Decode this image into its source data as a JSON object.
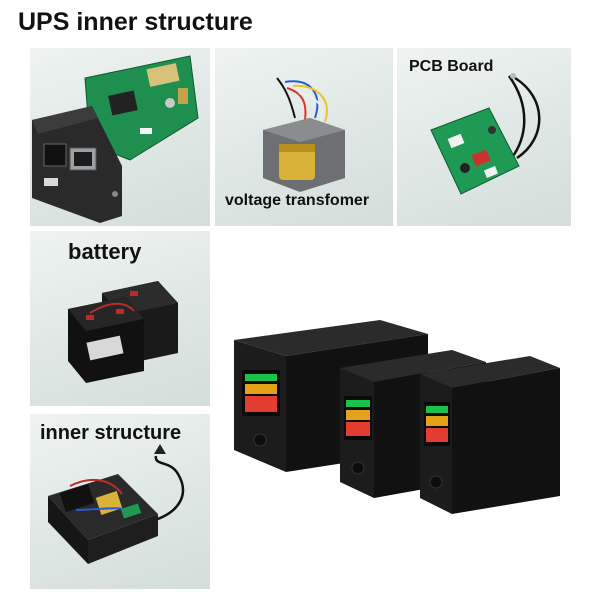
{
  "title": "UPS inner structure",
  "panels": {
    "network_card": {
      "icon": "network-card-icon"
    },
    "transformer": {
      "label": "voltage transfomer",
      "icon": "transformer-icon"
    },
    "pcb": {
      "label": "PCB Board",
      "icon": "pcb-board-icon"
    },
    "battery": {
      "label": "battery",
      "icon": "battery-icon"
    },
    "inner": {
      "label": "inner structure",
      "icon": "ups-open-case-icon"
    },
    "ups_units": {
      "icon": "ups-unit-icon",
      "count": 3
    }
  }
}
